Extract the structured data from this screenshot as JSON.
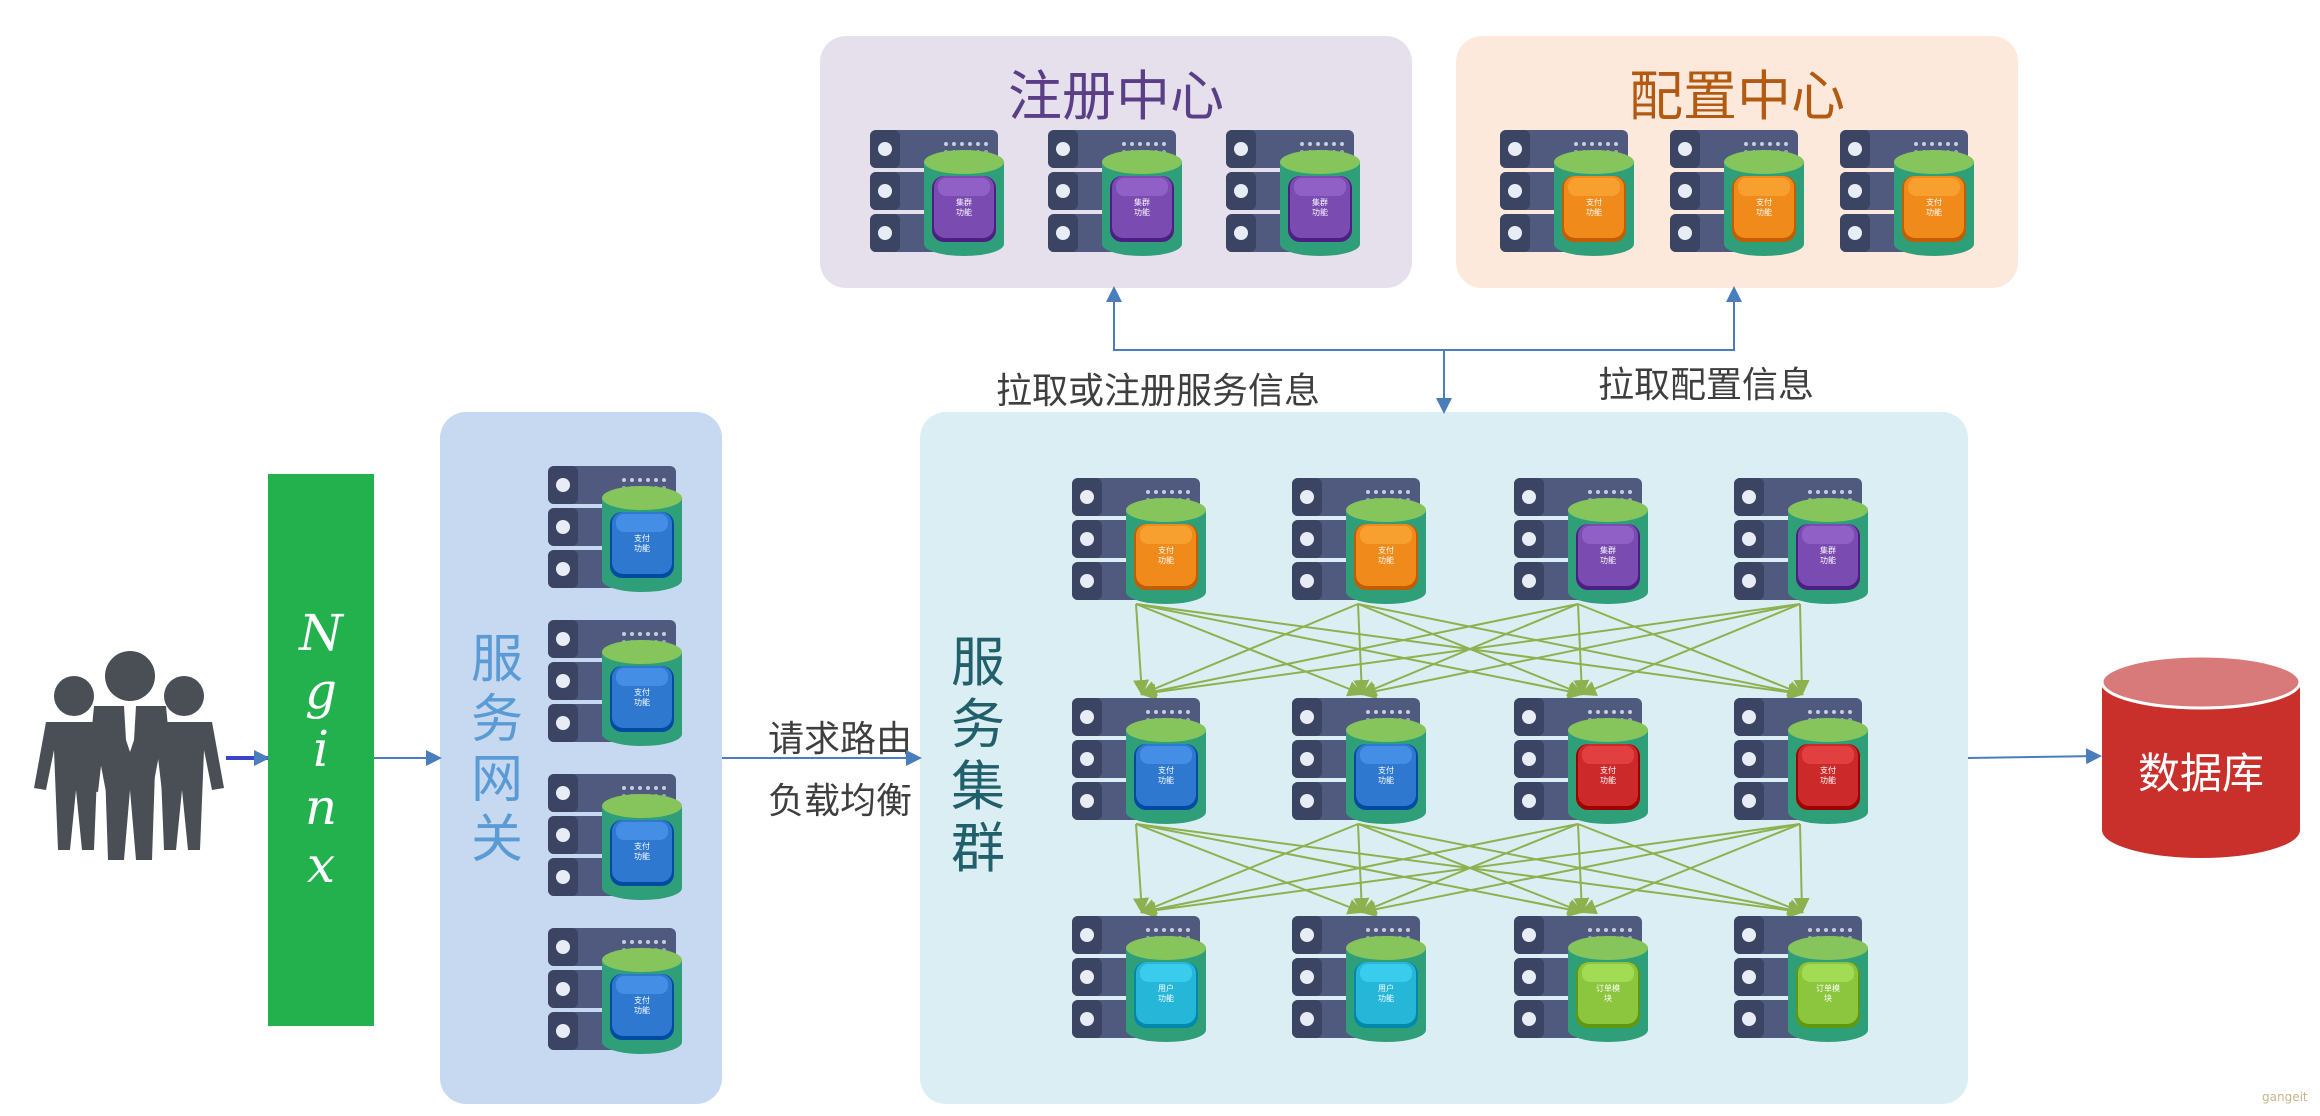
{
  "registry": {
    "title": "注册中心",
    "chip_text": "集群\n功能",
    "chip_color": "#7a4bb0",
    "count": 3
  },
  "config": {
    "title": "配置中心",
    "chip_text": "支付\n功能",
    "chip_color": "#f08a1a",
    "count": 3
  },
  "nginx": {
    "chars": [
      "N",
      "g",
      "i",
      "n",
      "x"
    ],
    "color": "#22b14c"
  },
  "gateway": {
    "chars": [
      "服",
      "务",
      "网",
      "关"
    ],
    "chip_text": "支付\n功能",
    "chip_color": "#2f78cf",
    "count": 4
  },
  "cluster": {
    "chars": [
      "服",
      "务",
      "集",
      "群"
    ],
    "rows": [
      [
        {
          "text": "支付\n功能",
          "color": "#f08a1a"
        },
        {
          "text": "支付\n功能",
          "color": "#f08a1a"
        },
        {
          "text": "集群\n功能",
          "color": "#7a4bb0"
        },
        {
          "text": "集群\n功能",
          "color": "#7a4bb0"
        }
      ],
      [
        {
          "text": "支付\n功能",
          "color": "#2f78cf"
        },
        {
          "text": "支付\n功能",
          "color": "#2f78cf"
        },
        {
          "text": "支付\n功能",
          "color": "#cc2a2a"
        },
        {
          "text": "支付\n功能",
          "color": "#cc2a2a"
        }
      ],
      [
        {
          "text": "用户\n功能",
          "color": "#25b6d8"
        },
        {
          "text": "用户\n功能",
          "color": "#25b6d8"
        },
        {
          "text": "订单模\n块",
          "color": "#8cc63f"
        },
        {
          "text": "订单模\n块",
          "color": "#8cc63f"
        }
      ]
    ]
  },
  "labels": {
    "pull_register": "拉取或注册服务信息",
    "pull_config": "拉取配置信息",
    "routing": "请求路由",
    "load_balance": "负载均衡"
  },
  "database": {
    "label": "数据库",
    "color": "#c9302c"
  },
  "watermark": "gangeit",
  "colors": {
    "registry_bg": "#e6e0ec",
    "config_bg": "#fde9db",
    "gateway_bg": "#c6d9f0",
    "cluster_bg": "#dbeef4",
    "arrow_blue": "#4a7ebb",
    "arrow_green": "#8db14f"
  }
}
